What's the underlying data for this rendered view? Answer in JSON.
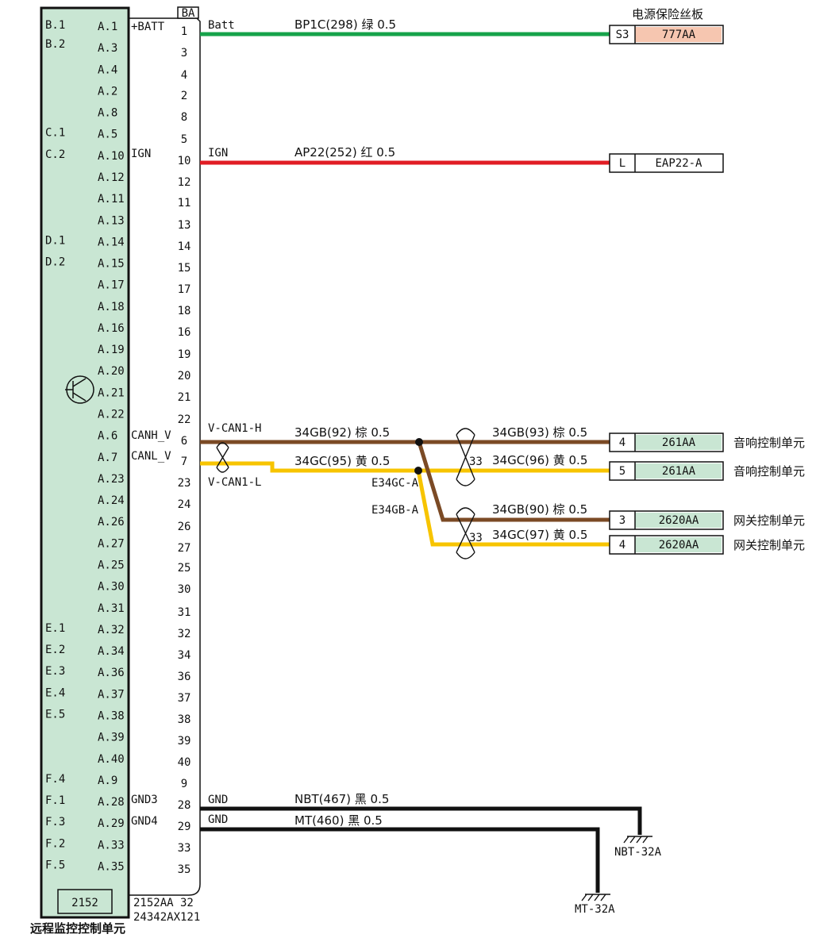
{
  "module": {
    "name": "远程监控控制单元",
    "code": "2152",
    "connector_code": "2152AA 32",
    "part_code": "24342AX121",
    "connector_id": "BA",
    "fill": "#c9e6d3",
    "inner_left": [
      "B.1",
      "B.2",
      "C.1",
      "C.2",
      "D.1",
      "D.2",
      "E.1",
      "E.2",
      "E.3",
      "E.4",
      "E.5",
      "F.4",
      "F.1",
      "F.3",
      "F.2",
      "F.5"
    ],
    "inner_right": [
      "A.1",
      "A.3",
      "A.4",
      "A.2",
      "A.8",
      "A.5",
      "A.10",
      "A.12",
      "A.11",
      "A.13",
      "A.14",
      "A.15",
      "A.17",
      "A.18",
      "A.16",
      "A.19",
      "A.20",
      "A.21",
      "A.22",
      "A.6",
      "A.7",
      "A.23",
      "A.24",
      "A.26",
      "A.27",
      "A.25",
      "A.30",
      "A.31",
      "A.32",
      "A.34",
      "A.36",
      "A.37",
      "A.38",
      "A.39",
      "A.40",
      "A.9",
      "A.28",
      "A.29",
      "A.33",
      "A.35"
    ],
    "signals": [
      "+BATT",
      "IGN",
      "CANH_V",
      "CANL_V",
      "GND3",
      "GND4"
    ],
    "pins": [
      "1",
      "3",
      "4",
      "2",
      "8",
      "5",
      "10",
      "12",
      "11",
      "13",
      "14",
      "15",
      "17",
      "18",
      "16",
      "19",
      "20",
      "21",
      "22",
      "6",
      "7",
      "23",
      "24",
      "26",
      "27",
      "25",
      "30",
      "31",
      "32",
      "34",
      "36",
      "37",
      "38",
      "39",
      "40",
      "9",
      "28",
      "29",
      "33",
      "35"
    ]
  },
  "wires": [
    {
      "label": "Batt",
      "circuit": "BP1C(298) 绿 0.5",
      "color": "#16a34a"
    },
    {
      "label": "IGN",
      "circuit": "AP22(252) 红 0.5",
      "color": "#e11d24"
    },
    {
      "label": "V-CAN1-H",
      "circuit": "34GB(92) 棕 0.5",
      "color": "#7b4a25"
    },
    {
      "label": "V-CAN1-L",
      "circuit": "34GC(95) 黄 0.5",
      "color": "#f7c400"
    },
    {
      "label": "GND",
      "circuit": "NBT(467) 黑 0.5",
      "color": "#111111"
    },
    {
      "label": "GND",
      "circuit": "MT(460) 黑 0.5",
      "color": "#111111"
    }
  ],
  "splices": [
    "E34GC-A",
    "E34GB-A"
  ],
  "branches": [
    {
      "circuit": "34GB(93) 棕 0.5"
    },
    {
      "circuit": "34GC(96) 黄 0.5"
    },
    {
      "circuit": "34GB(90) 棕 0.5"
    },
    {
      "circuit": "34GC(97) 黄 0.5"
    }
  ],
  "twist_label": "33",
  "fuse_box_title": "电源保险丝板",
  "connectors": [
    {
      "pin": "S3",
      "name": "777AA",
      "fill": "#f6c6b0"
    },
    {
      "pin": "L",
      "name": "EAP22-A",
      "fill": "#ffffff"
    },
    {
      "pin": "4",
      "name": "261AA",
      "fill": "#c9e6d3",
      "dest": "音响控制单元"
    },
    {
      "pin": "5",
      "name": "261AA",
      "fill": "#c9e6d3",
      "dest": "音响控制单元"
    },
    {
      "pin": "3",
      "name": "2620AA",
      "fill": "#c9e6d3",
      "dest": "网关控制单元"
    },
    {
      "pin": "4",
      "name": "2620AA",
      "fill": "#c9e6d3",
      "dest": "网关控制单元"
    }
  ],
  "grounds": [
    "NBT-32A",
    "MT-32A"
  ]
}
